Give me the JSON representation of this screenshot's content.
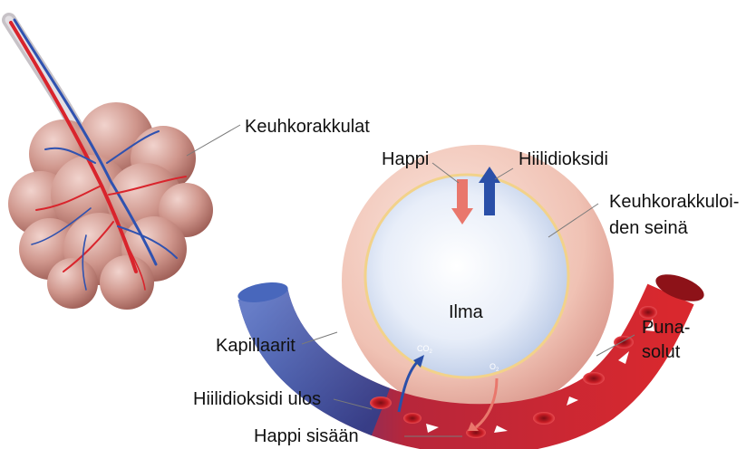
{
  "labels": {
    "keuhkorakkulat": "Keuhkorakkulat",
    "happi": "Happi",
    "hiilidioksidi": "Hiilidioksidi",
    "seina_line1": "Keuhkorakkuloi-",
    "seina_line2": "den seinä",
    "ilma": "Ilma",
    "kapillaarit": "Kapillaarit",
    "punasolut_line1": "Puna-",
    "punasolut_line2": "solut",
    "hiilidioksidi_ulos": "Hiilidioksidi ulos",
    "happi_sisaan": "Happi sisään"
  },
  "gas_symbols": {
    "co2": "CO",
    "co2_sub": "2",
    "o2": "O",
    "o2_sub": "2"
  },
  "colors": {
    "oxygen_red": "#d8242c",
    "co2_blue": "#2a4fa8",
    "alveolus_pink": "#c98d84",
    "air_blue": "#dfe8f6"
  }
}
